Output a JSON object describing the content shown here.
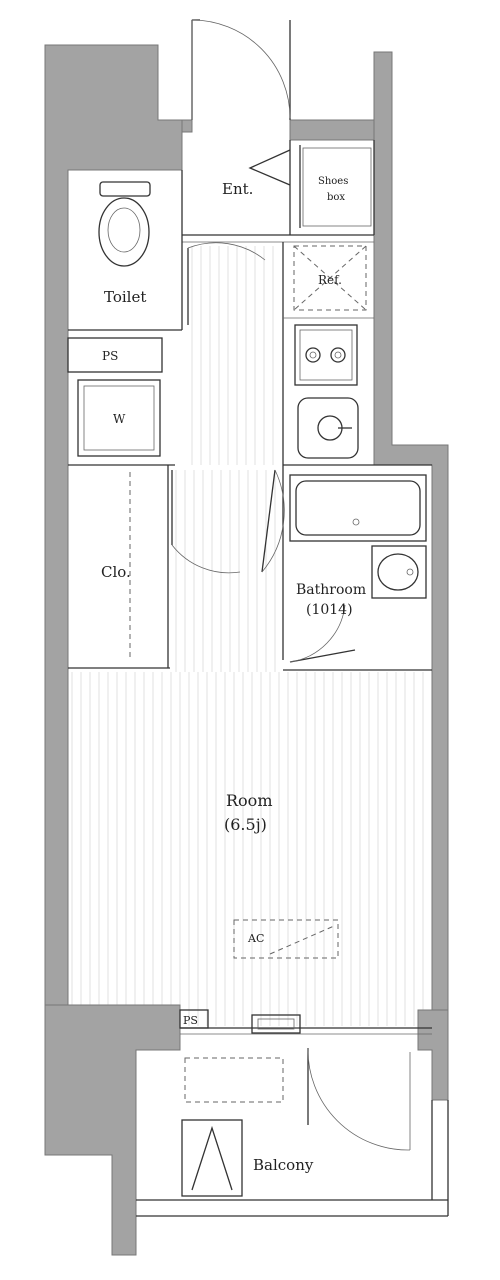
{
  "rooms": {
    "entrance": "Ent.",
    "shoes_box_line1": "Shoes",
    "shoes_box_line2": "box",
    "refrigerator": "Ref.",
    "toilet": "Toilet",
    "pipe_space_upper": "PS",
    "washer": "W",
    "closet": "Clo.",
    "bathroom_name": "Bathroom",
    "bathroom_size": "(1014)",
    "room_name": "Room",
    "room_size": "(6.5j)",
    "air_conditioner": "AC",
    "pipe_space_lower": "PS",
    "balcony": "Balcony"
  },
  "colors": {
    "wall": "#a3a3a3",
    "line": "#333333",
    "floor_grain": "#d4d4d4",
    "background": "#ffffff"
  }
}
